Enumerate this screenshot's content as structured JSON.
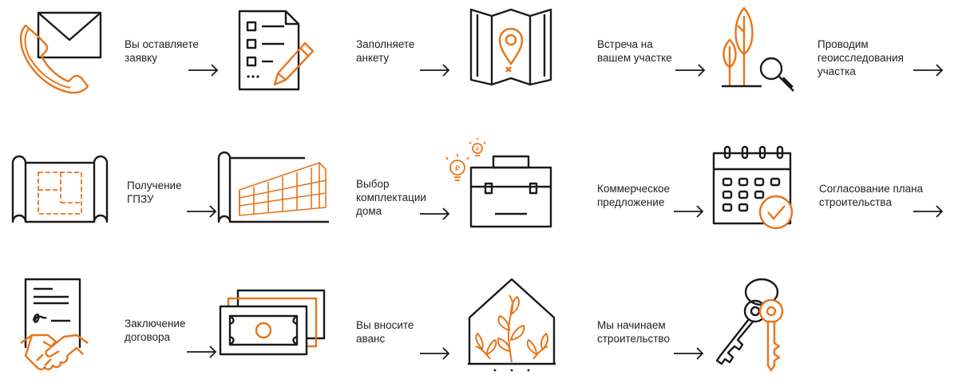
{
  "colors": {
    "accent": "#E8751A",
    "ink": "#1A1A1A"
  },
  "steps": [
    {
      "icon": "phone-envelope-icon",
      "lines": [
        "Вы оставляете",
        "заявку"
      ]
    },
    {
      "icon": "form-checklist-icon",
      "lines": [
        "Заполняете",
        "анкету"
      ]
    },
    {
      "icon": "map-pin-icon",
      "lines": [
        "Встреча на",
        "вашем участке"
      ]
    },
    {
      "icon": "trees-magnifier-icon",
      "lines": [
        "Проводим",
        "геоисследования",
        "участка"
      ]
    },
    {
      "icon": "blueprint-plan-icon",
      "lines": [
        "Получение",
        "ГПЗУ"
      ]
    },
    {
      "icon": "house-blueprint-icon",
      "lines": [
        "Выбор",
        "комплектации",
        "дома"
      ]
    },
    {
      "icon": "briefcase-ideas-icon",
      "lines": [
        "Коммерческое",
        "предложение"
      ]
    },
    {
      "icon": "calendar-check-icon",
      "lines": [
        "Согласование плана",
        "строительства"
      ]
    },
    {
      "icon": "contract-handshake-icon",
      "lines": [
        "Заключение",
        "договора"
      ]
    },
    {
      "icon": "banknotes-icon",
      "lines": [
        "Вы вносите",
        "аванс"
      ]
    },
    {
      "icon": "greenhouse-plant-icon",
      "lines": [
        "Мы начинаем",
        "строительство"
      ]
    },
    {
      "icon": "keys-icon",
      "lines": []
    }
  ]
}
